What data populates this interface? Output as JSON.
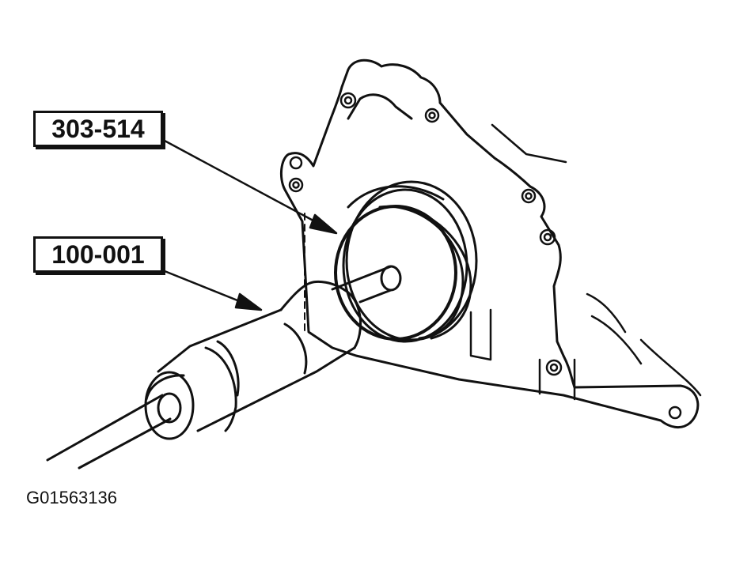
{
  "callouts": {
    "seal_installer": "303-514",
    "handle": "100-001"
  },
  "figure_id": "G01563136",
  "colors": {
    "line": "#111111",
    "background": "#ffffff"
  }
}
